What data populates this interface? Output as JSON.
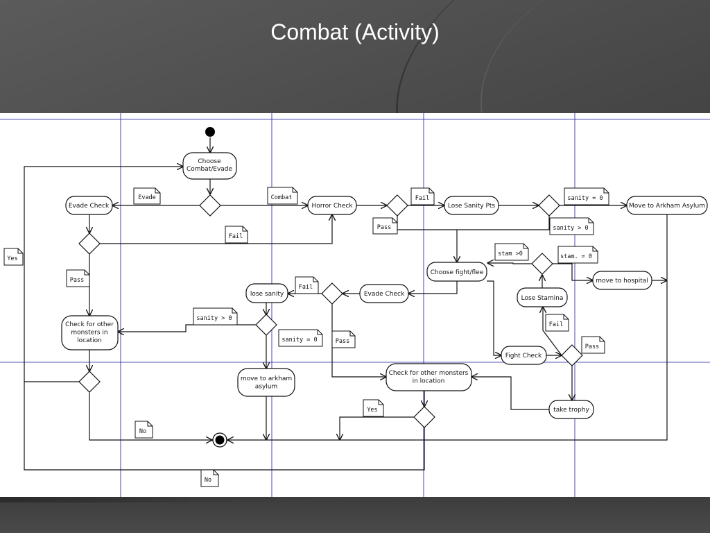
{
  "slide": {
    "title": "Combat (Activity)"
  },
  "diagram": {
    "nodes": {
      "choose_combat_evade": "Choose\nCombat/Evade",
      "evade_check_1": "Evade Check",
      "horror_check": "Horror Check",
      "lose_sanity_pts": "Lose Sanity Pts",
      "move_to_arkham_asylum_1": "Move to Arkham Asylum",
      "choose_fight_flee": "Choose fight/flee",
      "move_to_hospital": "move to hospital",
      "lose_stamina": "Lose Stamina",
      "lose_sanity": "lose sanity",
      "evade_check_2": "Evade Check",
      "check_other_monsters_1": "Check for other\nmonsters in\nlocation",
      "fight_check": "Fight Check",
      "move_to_arkham_asylum_2": "move to arkham\nasylum",
      "check_other_monsters_2": "Check for other monsters\nin location",
      "take_trophy": "take trophy"
    },
    "guards": {
      "evade": "Evade",
      "combat": "Combat",
      "fail_horror": "Fail",
      "pass_horror": "Pass",
      "sanity_eq_0_top": "sanity = 0",
      "sanity_gt_0_top": "sanity > 0",
      "fail_evade_1": "Fail",
      "pass_evade_1": "Pass",
      "yes_left": "Yes",
      "stam_gt_0": "stam >0",
      "stam_eq_0": "stam. = 0",
      "fail_evade_2": "Fail",
      "sanity_gt_0_mid": "sanity > 0",
      "sanity_eq_0_mid": "sanity = 0",
      "pass_evade_2": "Pass",
      "fail_fight": "Fail",
      "pass_fight": "Pass",
      "yes_mid": "Yes",
      "no_left": "No",
      "no_bottom": "No"
    }
  }
}
